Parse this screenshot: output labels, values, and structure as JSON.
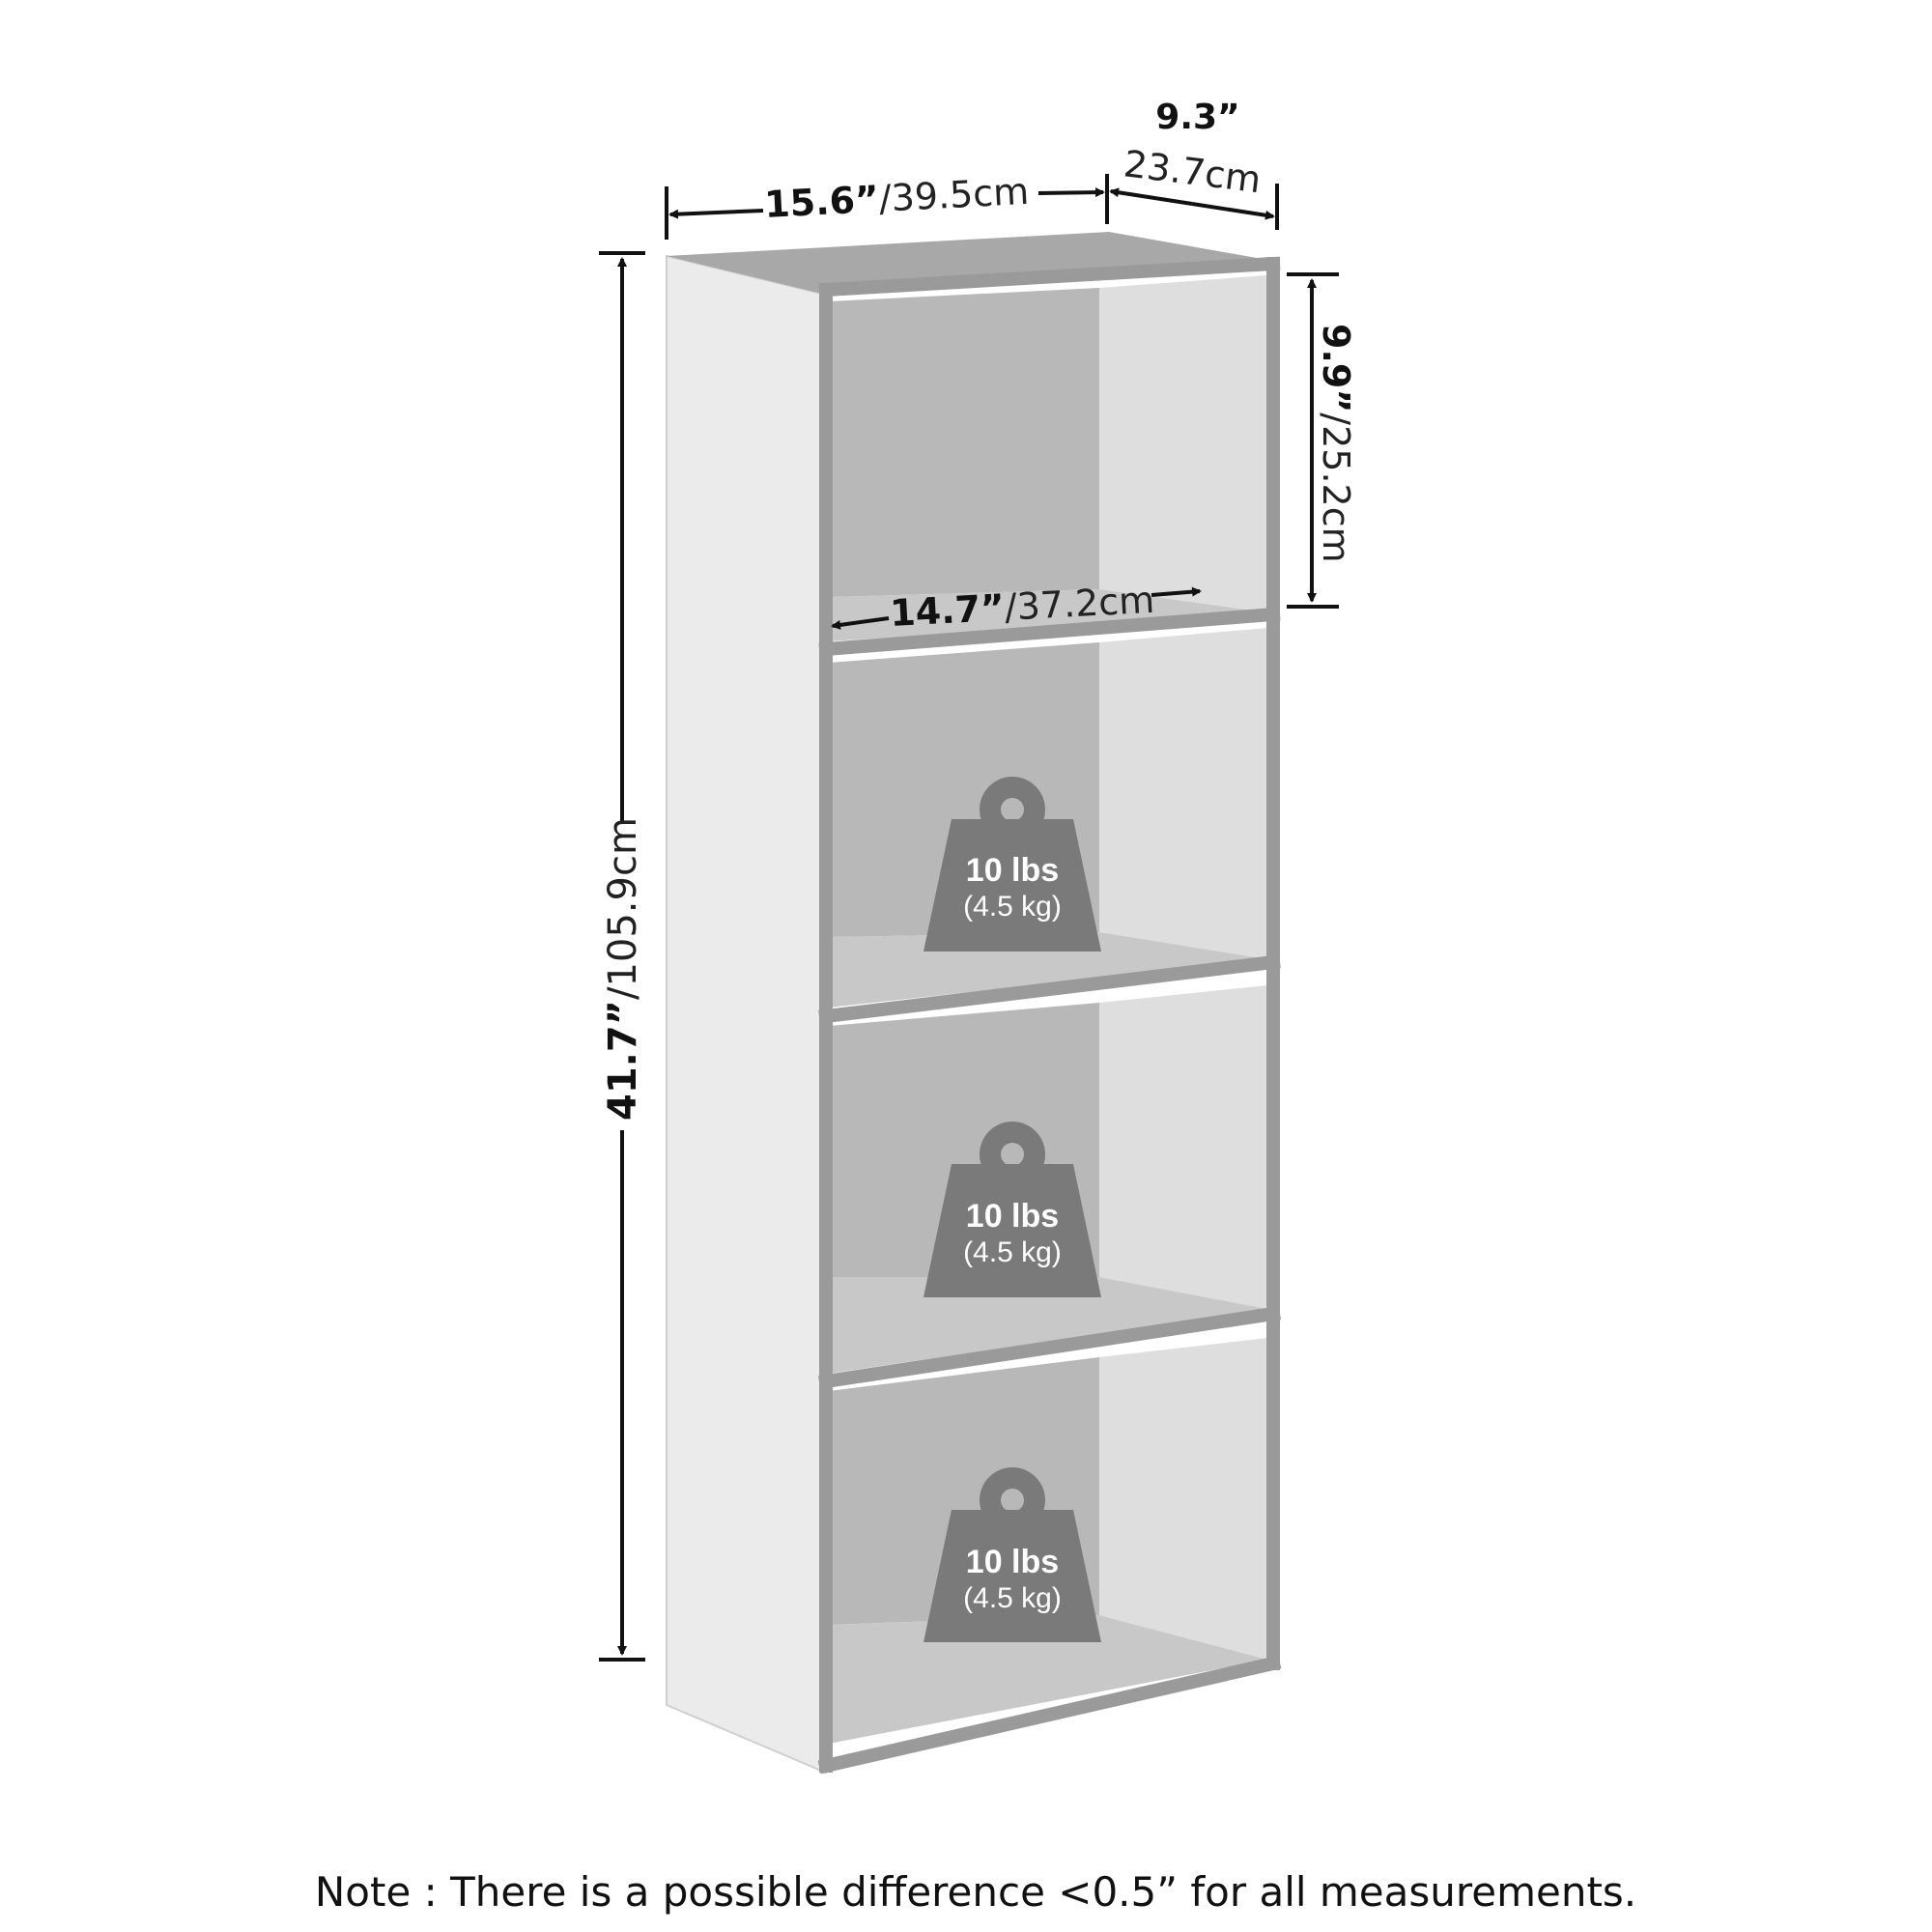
{
  "dimensions": {
    "width": {
      "inches": "15.6”",
      "cm": "/39.5cm"
    },
    "depth": {
      "inches": "9.3”",
      "cm": "23.7cm"
    },
    "height": {
      "inches": "41.7”",
      "cm": "/105.9cm"
    },
    "shelf_height": {
      "inches": "9.9”",
      "cm": "/25.2cm"
    },
    "shelf_width": {
      "inches": "14.7”",
      "cm": "/37.2cm"
    }
  },
  "shelves": [
    {
      "weight": "10 lbs",
      "weight_metric": "(4.5 kg)"
    },
    {
      "weight": "10 lbs",
      "weight_metric": "(4.5 kg)"
    },
    {
      "weight": "10 lbs",
      "weight_metric": "(4.5 kg)"
    }
  ],
  "note": "Note : There is a possible difference <0.5” for all measurements.",
  "colors": {
    "panel_front": "#9a9a9a",
    "panel_side": "#ebebeb",
    "interior_back": "#b8b8b8",
    "interior_side": "#dedede",
    "shelf_top": "#c8c8c8",
    "weight_icon": "#7a7a7a",
    "arrow": "#111111"
  }
}
